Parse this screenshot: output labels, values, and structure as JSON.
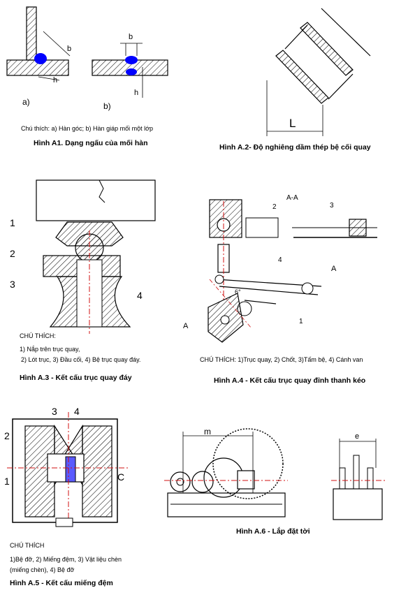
{
  "figures": {
    "a1": {
      "caption": "Hình A1. Dạng ngấu của mối hàn",
      "note": "Chú thích: a) Hàn góc; b) Hàn giáp mối một lớp",
      "labels": {
        "a": "a)",
        "b": "b)",
        "dim_b1": "b",
        "dim_h1": "h",
        "dim_b2": "b",
        "dim_h2": "h"
      }
    },
    "a2": {
      "caption": "Hình A.2- Độ nghiêng dầm thép bệ cối quay",
      "labels": {
        "L": "L"
      }
    },
    "a3": {
      "caption": "Hình A.3 - Kết cấu trục quay đáy",
      "note_title": "CHÚ THÍCH:",
      "note_line1": "1) Nắp trên trục quay,",
      "note_line2": "2) Lót trục, 3) Đầu cối, 4) Bệ trục quay đáy.",
      "labels": {
        "n1": "1",
        "n2": "2",
        "n3": "3",
        "n4": "4"
      }
    },
    "a4": {
      "caption": "Hình A.4 - Kết cấu trục quay đỉnh thanh kéo",
      "note": "CHÚ THÍCH: 1)Trục quay, 2) Chốt, 3)Tấm bệ, 4) Cánh van",
      "labels": {
        "section": "A-A",
        "n1": "1",
        "n2": "2",
        "n3": "3",
        "n4": "4",
        "A1": "A",
        "A2": "A",
        "angle": "6°"
      }
    },
    "a5": {
      "caption": "Hình A.5 - Kết cấu miếng đệm",
      "note_title": "CHÚ THÍCH",
      "note_line1": "1)Bệ đỡ, 2) Miếng đệm, 3) Vật liệu chèn",
      "note_line2": "(miếng chèn), 4) Bệ đỡ",
      "labels": {
        "n1": "1",
        "n2": "2",
        "n3": "3",
        "n4": "4",
        "C": "C"
      }
    },
    "a6": {
      "caption": "Hình A.6 - Lắp đặt tời",
      "labels": {
        "m": "m",
        "e": "e"
      }
    }
  },
  "colors": {
    "line": "#000000",
    "center": "#d01010",
    "weld": "#0000ff"
  }
}
